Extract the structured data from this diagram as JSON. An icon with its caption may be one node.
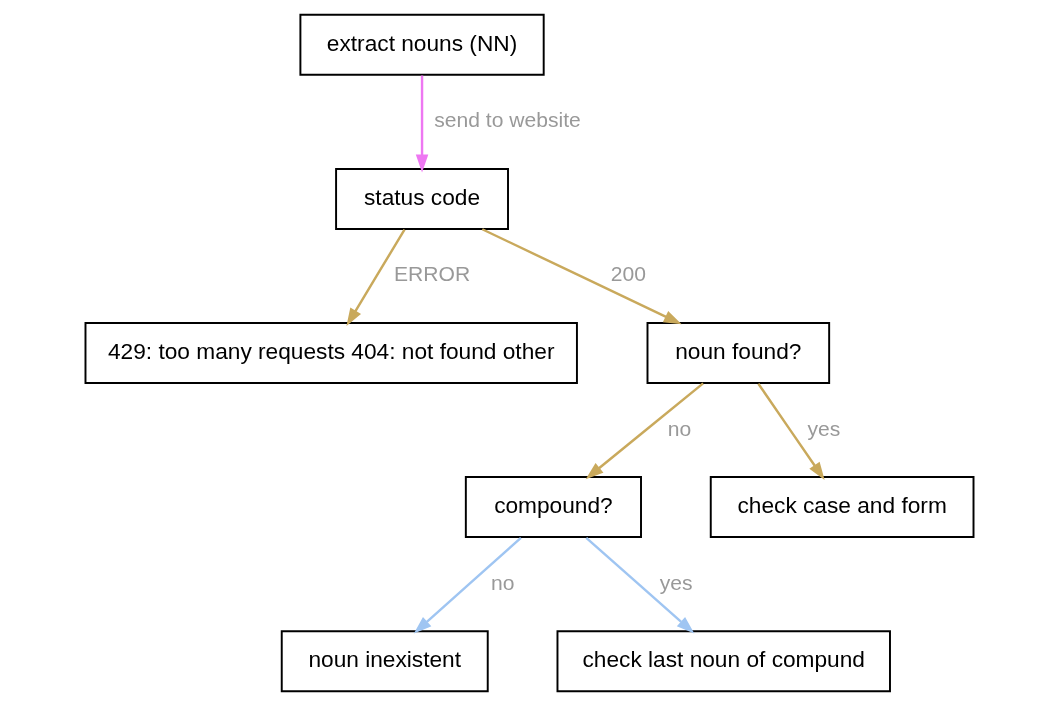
{
  "diagram": {
    "nodes": [
      {
        "text": [
          "extract nouns (NN)"
        ]
      },
      {
        "text": [
          "status code"
        ]
      },
      {
        "text": [
          "429: too many requests 404: not found other"
        ]
      },
      {
        "text": [
          "noun found?"
        ]
      },
      {
        "text": [
          "compound?"
        ]
      },
      {
        "text": [
          "check case and form"
        ]
      },
      {
        "text": [
          "noun inexistent"
        ]
      },
      {
        "text": [
          "check last noun of compund"
        ]
      }
    ],
    "edges": [
      {
        "from": 0,
        "to": 1,
        "arrow": "to",
        "label": "send to website",
        "color": "#ee77f2"
      },
      {
        "from": 1,
        "to": 2,
        "arrow": "to",
        "label": "ERROR",
        "color": "#c9a95c"
      },
      {
        "from": 1,
        "to": 3,
        "arrow": "to",
        "label": "200",
        "color": "#c9a95c"
      },
      {
        "from": 3,
        "to": 4,
        "arrow": "to",
        "label": "no",
        "color": "#c9a95c"
      },
      {
        "from": 3,
        "to": 5,
        "arrow": "to",
        "label": "yes",
        "color": "#c9a95c"
      },
      {
        "from": 4,
        "to": 6,
        "arrow": "to",
        "label": "no",
        "color": "#9fc5f2"
      },
      {
        "from": 4,
        "to": 7,
        "arrow": "to",
        "label": "yes",
        "color": "#9fc5f2"
      }
    ]
  }
}
